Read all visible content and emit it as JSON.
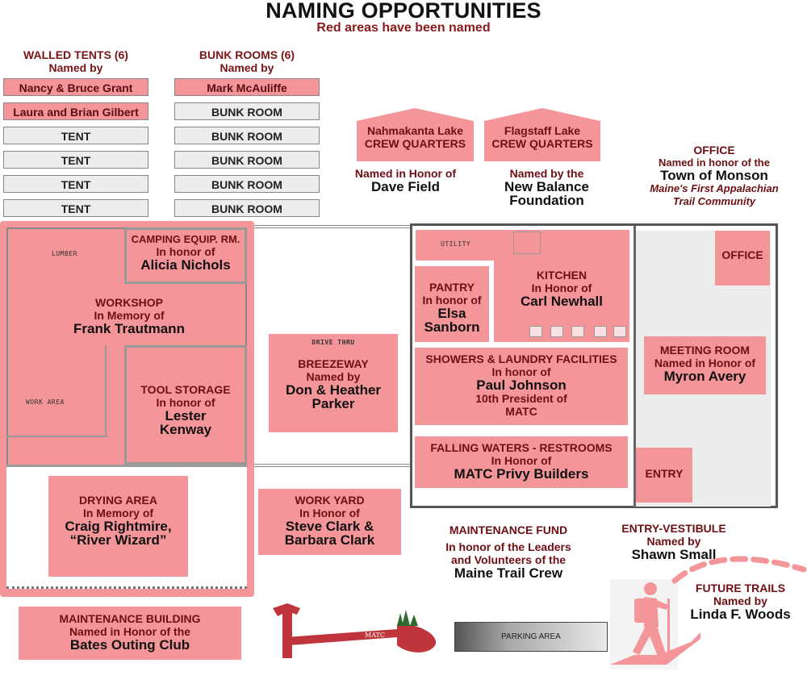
{
  "title": "NAMING OPPORTUNITIES",
  "subtitle": "Red areas have been named",
  "walled_tents": {
    "header_1": "WALLED TENTS (6)",
    "header_2": "Named by",
    "items": [
      {
        "label": "Nancy & Bruce Grant",
        "named": true
      },
      {
        "label": "Laura and Brian Gilbert",
        "named": true
      },
      {
        "label": "TENT",
        "named": false
      },
      {
        "label": "TENT",
        "named": false
      },
      {
        "label": "TENT",
        "named": false
      },
      {
        "label": "TENT",
        "named": false
      }
    ]
  },
  "bunk_rooms": {
    "header_1": "BUNK ROOMS (6)",
    "header_2": "Named by",
    "items": [
      {
        "label": "Mark McAuliffe",
        "named": true
      },
      {
        "label": "BUNK ROOM",
        "named": false
      },
      {
        "label": "BUNK ROOM",
        "named": false
      },
      {
        "label": "BUNK ROOM",
        "named": false
      },
      {
        "label": "BUNK ROOM",
        "named": false
      },
      {
        "label": "BUNK ROOM",
        "named": false
      }
    ]
  },
  "crew_quarters": [
    {
      "l1": "Nahmakanta Lake",
      "l2": "CREW QUARTERS",
      "honor": "Named in Honor of",
      "name_1": "Dave Field",
      "name_2": ""
    },
    {
      "l1": "Flagstaff Lake",
      "l2": "CREW QUARTERS",
      "honor": "Named by the",
      "name_1": "New Balance",
      "name_2": "Foundation"
    }
  ],
  "office_info": {
    "title": "OFFICE",
    "honor": "Named in honor of the",
    "name": "Town of Monson",
    "note_1": "Maine's First Appalachian",
    "note_2": "Trail Community"
  },
  "left_building": {
    "lumber": "LUMBER",
    "work_area": "WORK AREA",
    "camping": {
      "title": "CAMPING EQUIP. RM.",
      "honor": "In honor of",
      "name": "Alicia Nichols"
    },
    "workshop": {
      "title": "WORKSHOP",
      "honor": "In Memory of",
      "name": "Frank Trautmann"
    },
    "tool_storage": {
      "title": "TOOL STORAGE",
      "honor": "In honor of",
      "name_1": "Lester",
      "name_2": "Kenway"
    },
    "drying": {
      "title": "DRYING AREA",
      "honor": "In Memory of",
      "name_1": "Craig Rightmire,",
      "name_2": "“River Wizard”"
    }
  },
  "breezeway": {
    "drive": "DRIVE THRU",
    "title": "BREEZEWAY",
    "honor": "Named by",
    "name_1": "Don & Heather",
    "name_2": "Parker"
  },
  "work_yard": {
    "title": "WORK YARD",
    "honor": "In Honor of",
    "name_1": "Steve Clark &",
    "name_2": "Barbara Clark"
  },
  "right_building": {
    "utility": "UTILITY",
    "pantry": {
      "title": "PANTRY",
      "honor": "In honor of",
      "name_1": "Elsa",
      "name_2": "Sanborn"
    },
    "kitchen": {
      "title": "KITCHEN",
      "honor": "In Honor of",
      "name": "Carl Newhall"
    },
    "office_room": "OFFICE",
    "meeting": {
      "title": "MEETING ROOM",
      "honor": "Named in Honor of",
      "name": "Myron Avery"
    },
    "showers": {
      "title": "SHOWERS & LAUNDRY FACILITIES",
      "honor": "In honor of",
      "name": "Paul Johnson",
      "detail_1": "10th President of",
      "detail_2": "MATC"
    },
    "restrooms": {
      "title": "FALLING WATERS - RESTROOMS",
      "honor": "In Honor of",
      "name": "MATC Privy Builders"
    },
    "entry": "ENTRY"
  },
  "maintenance_fund": {
    "title": "MAINTENANCE FUND",
    "honor_1": "In honor of the Leaders",
    "honor_2": "and Volunteers of the",
    "name": "Maine Trail Crew"
  },
  "entry_vestibule": {
    "title": "ENTRY-VESTIBULE",
    "honor": "Named by",
    "name": "Shawn Small"
  },
  "future_trails": {
    "title": "FUTURE TRAILS",
    "honor": "Named by",
    "name": "Linda F. Woods"
  },
  "maintenance_building": {
    "title": "MAINTENANCE BUILDING",
    "honor": "Named in Honor of the",
    "name": "Bates Outing Club"
  },
  "logo_text": "MATC",
  "parking": "PARKING AREA",
  "colors": {
    "named_pink": "#f49599",
    "title_red": "#7a1414",
    "unnamed_grey": "#ececec"
  },
  "icons": [
    "pulaski-tool-icon",
    "pine-trees-icon",
    "hiker-icon"
  ]
}
